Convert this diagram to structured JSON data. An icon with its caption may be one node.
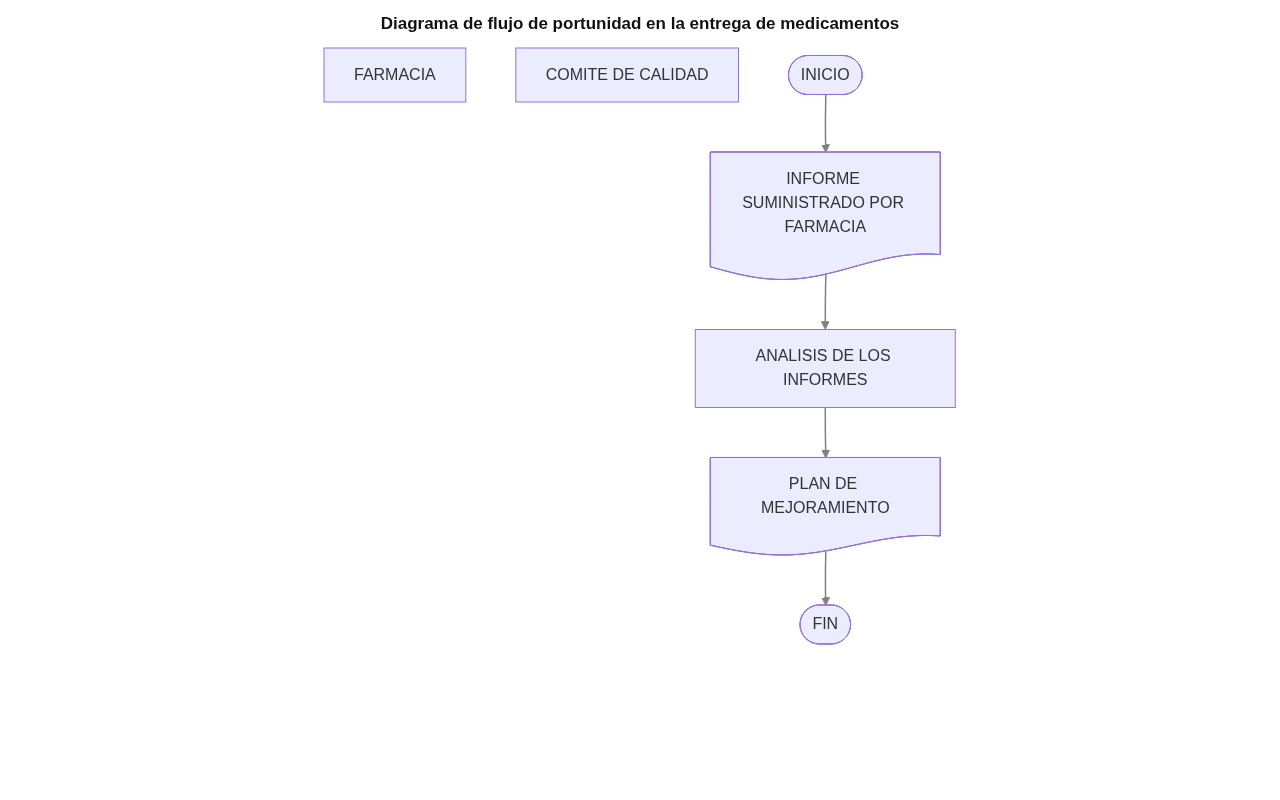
{
  "diagram": {
    "title": "Diagrama de flujo de portunidad en la entrega de medicamentos",
    "nodes": [
      {
        "text": [
          "FARMACIA"
        ]
      },
      {
        "text": [
          "COMITE DE CALIDAD"
        ]
      },
      {
        "text": [
          "INICIO"
        ]
      },
      {
        "text": [
          "INFORME SUMINISTRADO POR FARMACIA"
        ]
      },
      {
        "text": [
          "ANALISIS DE LOS INFORMES"
        ]
      },
      {
        "text": [
          "PLAN DE MEJORAMIENTO"
        ]
      },
      {
        "text": [
          "FIN"
        ]
      }
    ],
    "edges": [
      {
        "from": 2,
        "to": 3,
        "arrow": "to"
      },
      {
        "from": 3,
        "to": 4,
        "arrow": "to"
      },
      {
        "from": 4,
        "to": 5,
        "arrow": "to"
      },
      {
        "from": 5,
        "to": 6,
        "arrow": "to"
      }
    ]
  }
}
